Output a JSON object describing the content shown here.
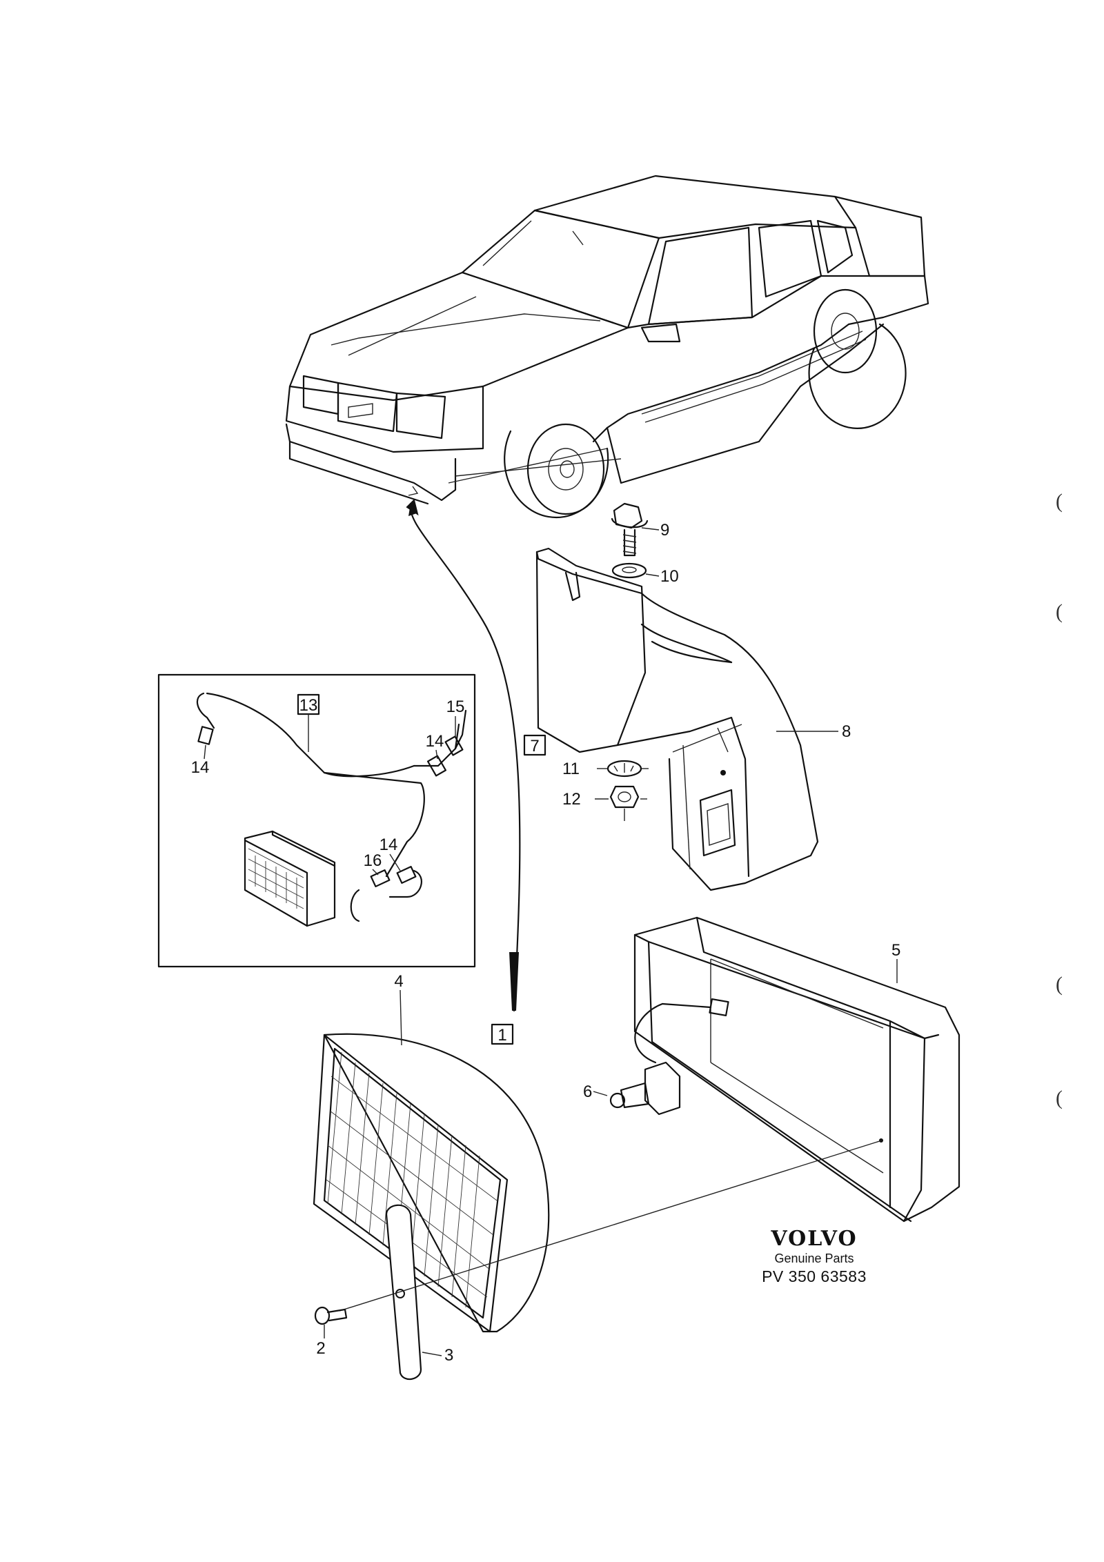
{
  "callouts": {
    "c1": "1",
    "c2": "2",
    "c3": "3",
    "c4": "4",
    "c5": "5",
    "c6": "6",
    "c7": "7",
    "c8": "8",
    "c9": "9",
    "c10": "10",
    "c11": "11",
    "c12": "12",
    "c13": "13",
    "c14a": "14",
    "c14b": "14",
    "c14c": "14",
    "c15": "15",
    "c16": "16"
  },
  "brand": {
    "logo": "VOLVO",
    "tagline": "Genuine Parts",
    "part_number": "PV 350 63583"
  },
  "margin_marks": [
    "(",
    "(",
    "(",
    "("
  ]
}
